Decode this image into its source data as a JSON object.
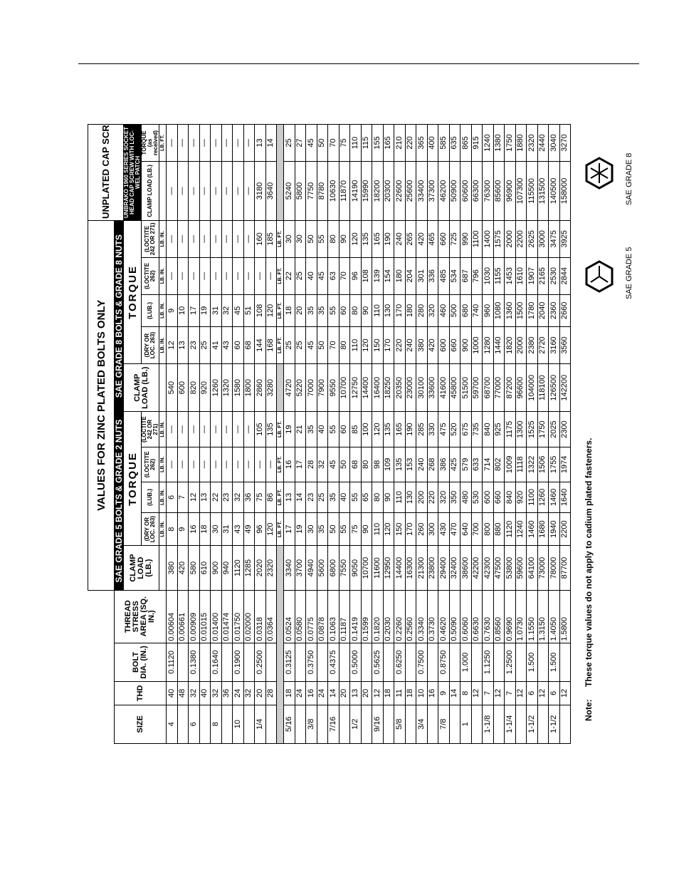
{
  "headers": {
    "size": "SIZE",
    "thd": "THD",
    "bolt_dia": "BOLT DIA. (IN.)",
    "thread_stress": "THREAD STRESS AREA (SQ. IN.)",
    "zinc_title": "VALUES FOR ZINC PLATED BOLTS ONLY",
    "grade5_title": "SAE GRADE 5 BOLTS & GRADE 2 NUTS",
    "grade8_title": "SAE GRADE 8 BOLTS & GRADE 8 NUTS",
    "unplated_title": "UNPLATED CAP SCREWS",
    "unbrako": "UNBRAKO 1960 SERIES SOCKET HEAD CAP SCREW WITH LOC-WEL PATCH",
    "clamp_load": "CLAMP LOAD (LB.)",
    "torque": "TORQUE",
    "dry": "(DRY OR LOC. 263)",
    "lub": "(LUB.)",
    "loctite262": "(LOCTITE 262)",
    "loctite242": "(LOCTITE 242 OR 271)",
    "unplated_torque": "TORQUE (as received)",
    "lb_in": "LB. IN.",
    "lb_ft": "LB. FT."
  },
  "note": {
    "label": "Note:",
    "text": "These torque values do not apply to cadium plated fasteners."
  },
  "grades": {
    "grade5": "SAE GRADE 5",
    "grade8": "SAE GRADE 8"
  },
  "rows_in": [
    {
      "size": "4",
      "thd": "40",
      "dia": "0.1120",
      "area": "0.00604",
      "g5": [
        "380",
        "8",
        "6",
        "—",
        "—"
      ],
      "g8": [
        "540",
        "12",
        "9",
        "—",
        "—"
      ],
      "un": [
        "—",
        "—"
      ]
    },
    {
      "size": "",
      "thd": "48",
      "dia": "",
      "area": "0.00661",
      "g5": [
        "420",
        "9",
        "7",
        "—",
        "—"
      ],
      "g8": [
        "600",
        "13",
        "10",
        "—",
        "—"
      ],
      "un": [
        "—",
        "—"
      ]
    },
    {
      "size": "6",
      "thd": "32",
      "dia": "0.1380",
      "area": "0.00909",
      "g5": [
        "580",
        "16",
        "12",
        "—",
        "—"
      ],
      "g8": [
        "820",
        "23",
        "17",
        "—",
        "—"
      ],
      "un": [
        "—",
        "—"
      ]
    },
    {
      "size": "",
      "thd": "40",
      "dia": "",
      "area": "0.01015",
      "g5": [
        "610",
        "18",
        "13",
        "—",
        "—"
      ],
      "g8": [
        "920",
        "25",
        "19",
        "—",
        "—"
      ],
      "un": [
        "—",
        "—"
      ]
    },
    {
      "size": "8",
      "thd": "32",
      "dia": "0.1640",
      "area": "0.01400",
      "g5": [
        "900",
        "30",
        "22",
        "—",
        "—"
      ],
      "g8": [
        "1260",
        "41",
        "31",
        "—",
        "—"
      ],
      "un": [
        "—",
        "—"
      ]
    },
    {
      "size": "",
      "thd": "36",
      "dia": "",
      "area": "0.01474",
      "g5": [
        "940",
        "31",
        "23",
        "—",
        "—"
      ],
      "g8": [
        "1320",
        "43",
        "32",
        "—",
        "—"
      ],
      "un": [
        "—",
        "—"
      ]
    },
    {
      "size": "10",
      "thd": "24",
      "dia": "0.1900",
      "area": "0.01750",
      "g5": [
        "1120",
        "43",
        "32",
        "—",
        "—"
      ],
      "g8": [
        "1580",
        "60",
        "45",
        "—",
        "—"
      ],
      "un": [
        "—",
        "—"
      ]
    },
    {
      "size": "",
      "thd": "32",
      "dia": "",
      "area": "0.02000",
      "g5": [
        "1285",
        "49",
        "36",
        "—",
        "—"
      ],
      "g8": [
        "1800",
        "68",
        "51",
        "—",
        "—"
      ],
      "un": [
        "—",
        "—"
      ]
    },
    {
      "size": "1/4",
      "thd": "20",
      "dia": "0.2500",
      "area": "0.0318",
      "g5": [
        "2020",
        "96",
        "75",
        "—",
        "105"
      ],
      "g8": [
        "2860",
        "144",
        "108",
        "—",
        "160"
      ],
      "un": [
        "3180",
        "13"
      ]
    },
    {
      "size": "",
      "thd": "28",
      "dia": "",
      "area": "0.0364",
      "g5": [
        "2320",
        "120",
        "86",
        "—",
        "135"
      ],
      "g8": [
        "3280",
        "168",
        "120",
        "—",
        "185"
      ],
      "un": [
        "3640",
        "14"
      ]
    }
  ],
  "rows_ft": [
    {
      "size": "5/16",
      "thd": "18",
      "dia": "0.3125",
      "area": "0.0524",
      "g5": [
        "3340",
        "17",
        "13",
        "16",
        "19"
      ],
      "g8": [
        "4720",
        "25",
        "18",
        "22",
        "30"
      ],
      "un": [
        "5240",
        "25"
      ]
    },
    {
      "size": "",
      "thd": "24",
      "dia": "",
      "area": "0.0580",
      "g5": [
        "3700",
        "19",
        "14",
        "17",
        "21"
      ],
      "g8": [
        "5220",
        "25",
        "20",
        "25",
        "30"
      ],
      "un": [
        "5800",
        "27"
      ]
    },
    {
      "size": "3/8",
      "thd": "16",
      "dia": "0.3750",
      "area": "0.0775",
      "g5": [
        "4940",
        "30",
        "23",
        "28",
        "35"
      ],
      "g8": [
        "7000",
        "45",
        "35",
        "40",
        "50"
      ],
      "un": [
        "7750",
        "45"
      ]
    },
    {
      "size": "",
      "thd": "24",
      "dia": "",
      "area": "0.0878",
      "g5": [
        "5600",
        "35",
        "25",
        "32",
        "40"
      ],
      "g8": [
        "7900",
        "50",
        "35",
        "45",
        "55"
      ],
      "un": [
        "8780",
        "50"
      ]
    },
    {
      "size": "7/16",
      "thd": "14",
      "dia": "0.4375",
      "area": "0.1063",
      "g5": [
        "6800",
        "50",
        "35",
        "45",
        "55"
      ],
      "g8": [
        "9550",
        "70",
        "55",
        "63",
        "80"
      ],
      "un": [
        "10630",
        "70"
      ]
    },
    {
      "size": "",
      "thd": "20",
      "dia": "",
      "area": "0.1187",
      "g5": [
        "7550",
        "55",
        "40",
        "50",
        "60"
      ],
      "g8": [
        "10700",
        "80",
        "60",
        "70",
        "90"
      ],
      "un": [
        "11870",
        "75"
      ]
    },
    {
      "size": "1/2",
      "thd": "13",
      "dia": "0.5000",
      "area": "0.1419",
      "g5": [
        "9050",
        "75",
        "55",
        "68",
        "85"
      ],
      "g8": [
        "12750",
        "110",
        "80",
        "96",
        "120"
      ],
      "un": [
        "14190",
        "110"
      ]
    },
    {
      "size": "",
      "thd": "20",
      "dia": "",
      "area": "0.1599",
      "g5": [
        "10700",
        "90",
        "65",
        "80",
        "100"
      ],
      "g8": [
        "14400",
        "120",
        "90",
        "108",
        "135"
      ],
      "un": [
        "15990",
        "115"
      ]
    },
    {
      "size": "9/16",
      "thd": "12",
      "dia": "0.5625",
      "area": "0.1820",
      "g5": [
        "11600",
        "110",
        "80",
        "98",
        "120"
      ],
      "g8": [
        "16400",
        "150",
        "110",
        "139",
        "165"
      ],
      "un": [
        "18200",
        "155"
      ]
    },
    {
      "size": "",
      "thd": "18",
      "dia": "",
      "area": "0.2030",
      "g5": [
        "12950",
        "120",
        "90",
        "109",
        "135"
      ],
      "g8": [
        "18250",
        "170",
        "130",
        "154",
        "190"
      ],
      "un": [
        "20300",
        "165"
      ]
    },
    {
      "size": "5/8",
      "thd": "11",
      "dia": "0.6250",
      "area": "0.2260",
      "g5": [
        "14400",
        "150",
        "110",
        "135",
        "165"
      ],
      "g8": [
        "20350",
        "220",
        "170",
        "180",
        "240"
      ],
      "un": [
        "22600",
        "210"
      ]
    },
    {
      "size": "",
      "thd": "18",
      "dia": "",
      "area": "0.2560",
      "g5": [
        "16300",
        "170",
        "130",
        "153",
        "190"
      ],
      "g8": [
        "23000",
        "240",
        "180",
        "204",
        "265"
      ],
      "un": [
        "25600",
        "220"
      ]
    },
    {
      "size": "3/4",
      "thd": "10",
      "dia": "0.7500",
      "area": "0.3340",
      "g5": [
        "21300",
        "260",
        "200",
        "240",
        "285"
      ],
      "g8": [
        "30100",
        "380",
        "280",
        "301",
        "420"
      ],
      "un": [
        "33400",
        "365"
      ]
    },
    {
      "size": "",
      "thd": "16",
      "dia": "",
      "area": "0.3730",
      "g5": [
        "23800",
        "300",
        "220",
        "268",
        "330"
      ],
      "g8": [
        "33600",
        "420",
        "320",
        "336",
        "465"
      ],
      "un": [
        "37300",
        "400"
      ]
    },
    {
      "size": "7/8",
      "thd": "9",
      "dia": "0.8750",
      "area": "0.4620",
      "g5": [
        "29400",
        "430",
        "320",
        "386",
        "475"
      ],
      "g8": [
        "41600",
        "600",
        "460",
        "485",
        "660"
      ],
      "un": [
        "46200",
        "585"
      ]
    },
    {
      "size": "",
      "thd": "14",
      "dia": "",
      "area": "0.5090",
      "g5": [
        "32400",
        "470",
        "350",
        "425",
        "520"
      ],
      "g8": [
        "45800",
        "660",
        "500",
        "534",
        "725"
      ],
      "un": [
        "50900",
        "635"
      ]
    },
    {
      "size": "1",
      "thd": "8",
      "dia": "1.000",
      "area": "0.6060",
      "g5": [
        "38600",
        "640",
        "480",
        "579",
        "675"
      ],
      "g8": [
        "51500",
        "900",
        "680",
        "687",
        "990"
      ],
      "un": [
        "60600",
        "865"
      ]
    },
    {
      "size": "",
      "thd": "12",
      "dia": "",
      "area": "0.6630",
      "g5": [
        "42200",
        "700",
        "530",
        "633",
        "735"
      ],
      "g8": [
        "59700",
        "1000",
        "740",
        "796",
        "1100"
      ],
      "un": [
        "66300",
        "915"
      ]
    },
    {
      "size": "1-1/8",
      "thd": "7",
      "dia": "1.1250",
      "area": "0.7630",
      "g5": [
        "42300",
        "800",
        "600",
        "714",
        "840"
      ],
      "g8": [
        "68700",
        "1280",
        "960",
        "1030",
        "1400"
      ],
      "un": [
        "76300",
        "1240"
      ]
    },
    {
      "size": "",
      "thd": "12",
      "dia": "",
      "area": "0.8560",
      "g5": [
        "47500",
        "880",
        "660",
        "802",
        "925"
      ],
      "g8": [
        "77000",
        "1440",
        "1080",
        "1155",
        "1575"
      ],
      "un": [
        "85600",
        "1380"
      ]
    },
    {
      "size": "1-1/4",
      "thd": "7",
      "dia": "1.2500",
      "area": "0.9690",
      "g5": [
        "53800",
        "1120",
        "840",
        "1009",
        "1175"
      ],
      "g8": [
        "87200",
        "1820",
        "1360",
        "1453",
        "2000"
      ],
      "un": [
        "96900",
        "1750"
      ]
    },
    {
      "size": "",
      "thd": "12",
      "dia": "",
      "area": "1.0730",
      "g5": [
        "59600",
        "1240",
        "920",
        "1118",
        "1300"
      ],
      "g8": [
        "96600",
        "2000",
        "1500",
        "1610",
        "2200"
      ],
      "un": [
        "107300",
        "1880"
      ]
    },
    {
      "size": "1-1/2",
      "thd": "6",
      "dia": "1.500",
      "area": "1.1550",
      "g5": [
        "64100",
        "1460",
        "1100",
        "1322",
        "1525"
      ],
      "g8": [
        "104000",
        "2380",
        "1780",
        "1907",
        "2625"
      ],
      "un": [
        "115500",
        "2320"
      ]
    },
    {
      "size": "",
      "thd": "12",
      "dia": "",
      "area": "1.3150",
      "g5": [
        "73000",
        "1680",
        "1260",
        "1506",
        "1750"
      ],
      "g8": [
        "118100",
        "2720",
        "2040",
        "2165",
        "3000"
      ],
      "un": [
        "131500",
        "2440"
      ]
    },
    {
      "size": "1-1/2",
      "thd": "6",
      "dia": "1.500",
      "area": "1.4050",
      "g5": [
        "78000",
        "1940",
        "1460",
        "1755",
        "2025"
      ],
      "g8": [
        "126500",
        "3160",
        "2360",
        "2530",
        "3475"
      ],
      "un": [
        "140500",
        "3040"
      ]
    },
    {
      "size": "",
      "thd": "12",
      "dia": "",
      "area": "1.5800",
      "g5": [
        "87700",
        "2200",
        "1640",
        "1974",
        "2300"
      ],
      "g8": [
        "142200",
        "3560",
        "2660",
        "2844",
        "3925"
      ],
      "un": [
        "158000",
        "3270"
      ]
    }
  ]
}
